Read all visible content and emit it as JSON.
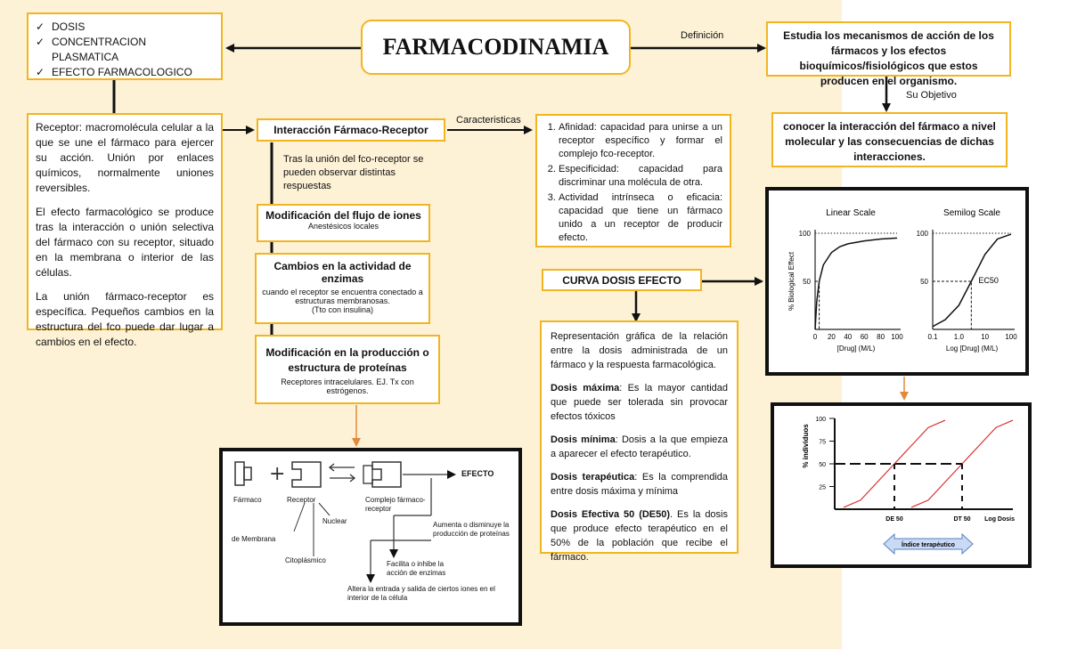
{
  "title": "FARMACODINAMIA",
  "checklist": [
    "DOSIS",
    "CONCENTRACION PLASMATICA",
    "EFECTO FARMACOLOGICO"
  ],
  "definition_label": "Definición",
  "definition_text": "Estudia los mecanismos de acción de los fármacos y los efectos bioquímicos/fisiológicos que estos producen en el organismo.",
  "objective_label": "Su Objetivo",
  "objective_text": "conocer la interacción del fármaco a nivel molecular y las consecuencias de dichas interacciones.",
  "receptor_box": {
    "p1": "Receptor: macromolécula celular a la que se une el fármaco para ejercer su acción. Unión por enlaces químicos, normalmente uniones reversibles.",
    "p2": "El efecto farmacológico se produce tras la interacción o unión selectiva del fármaco con su receptor, situado en la membrana o interior de las células.",
    "p3": "La unión fármaco-receptor es específica. Pequeños cambios en la estructura del fco puede dar lugar a cambios en el efecto."
  },
  "interaction": {
    "title": "Interacción Fármaco-Receptor",
    "characteristics_label": "Caracteristicas",
    "after_text": "Tras la unión del fco-receptor se pueden observar distintas respuestas",
    "characteristics": [
      "Afinidad: capacidad para unirse a un receptor específico y formar el complejo fco-receptor.",
      "Especificidad: capacidad para discriminar una molécula de otra.",
      "Actividad intrínseca o eficacia: capacidad que tiene un fármaco unido a un receptor de producir efecto."
    ]
  },
  "responses": [
    {
      "title": "Modificación del flujo de iones",
      "sub": "Anestésicos locales"
    },
    {
      "title": "Cambios en la actividad de enzimas",
      "sub": "cuando el receptor se encuentra conectado a estructuras membranosas.",
      "sub2": "(Tto con insulina)"
    },
    {
      "title": "Modificación en la producción o estructura de proteínas",
      "sub": "Receptores intracelulares.  EJ. Tx con estrógenos."
    }
  ],
  "curve": {
    "title": "CURVA DOSIS EFECTO",
    "description": "Representación gráfica de la relación entre la dosis administrada de un fármaco y la respuesta farmacológica.",
    "items": [
      {
        "term": "Dosis máxima",
        "text": ": Es la mayor cantidad que puede ser tolerada sin provocar efectos tóxicos"
      },
      {
        "term": "Dosis mínima",
        "text": ": Dosis a la que empieza a aparecer el efecto terapéutico."
      },
      {
        "term": "Dosis terapéutica",
        "text": ": Es la comprendida entre dosis máxima y mínima"
      },
      {
        "term": "Dosis Efectiva 50 (DE50)",
        "text": ". Es la dosis que produce efecto terapéutico en el 50% de la población que recibe el fármaco."
      }
    ]
  },
  "mechanism_diagram": {
    "farmaco": "Fármaco",
    "receptor": "Receptor",
    "complejo": "Complejo fármaco-receptor",
    "efecto": "EFECTO",
    "de_membrana": "de Membrana",
    "nuclear": "Nuclear",
    "citoplasmico": "Citoplásmico",
    "aumenta": "Aumenta o disminuye la producción de proteínas",
    "facilita": "Facilita o inhibe la acción de enzimas",
    "altera": "Altera la entrada y salida de ciertos iones en el interior de la célula"
  },
  "chart_data": [
    {
      "type": "line",
      "title": "Linear Scale",
      "xlabel": "[Drug] (M/L)",
      "ylabel": "% Biological Effect",
      "xticks": [
        "0",
        "20",
        "40",
        "60",
        "80",
        "100"
      ],
      "yticks": [
        "50",
        "100"
      ],
      "xlim": [
        0,
        100
      ],
      "ylim": [
        0,
        100
      ],
      "series": [
        {
          "x": [
            0,
            2,
            5,
            10,
            20,
            30,
            40,
            60,
            80,
            100
          ],
          "y": [
            0,
            29,
            50,
            67,
            80,
            86,
            89,
            92,
            94,
            95
          ]
        }
      ],
      "marker": {
        "x": 5,
        "y": 50
      }
    },
    {
      "type": "line",
      "title": "Semilog Scale",
      "xlabel": "Log [Drug] (M/L)",
      "xticks": [
        "0.1",
        "1.0",
        "10",
        "100"
      ],
      "yticks": [
        "50",
        "100"
      ],
      "xscale": "log",
      "xlim": [
        0.1,
        100
      ],
      "ylim": [
        0,
        100
      ],
      "annotation": "EC50",
      "series": [
        {
          "x": [
            0.1,
            0.3,
            1,
            3,
            10,
            30,
            100
          ],
          "y": [
            3,
            10,
            25,
            50,
            78,
            94,
            99
          ]
        }
      ],
      "marker": {
        "x": 3,
        "y": 50
      }
    },
    {
      "type": "line",
      "ylabel": "% individuos",
      "xlabel": "Log Dosis",
      "yticks": [
        "25",
        "50",
        "75",
        "100"
      ],
      "ylim": [
        0,
        100
      ],
      "xticks": [
        "DE 50",
        "DT 50"
      ],
      "bracket_label": "Índice terapéutico",
      "series": [
        {
          "x": [
            0,
            1,
            2,
            3,
            4,
            5,
            6
          ],
          "y": [
            2,
            10,
            30,
            50,
            70,
            90,
            98
          ]
        },
        {
          "x": [
            4,
            5,
            6,
            7,
            8,
            9,
            10
          ],
          "y": [
            2,
            10,
            30,
            50,
            70,
            90,
            98
          ]
        }
      ]
    }
  ],
  "colors": {
    "accent_border": "#f2b51f",
    "background": "#fdf1d6",
    "arrow_orange": "#e08a3c",
    "curve_red": "#d9302f"
  }
}
